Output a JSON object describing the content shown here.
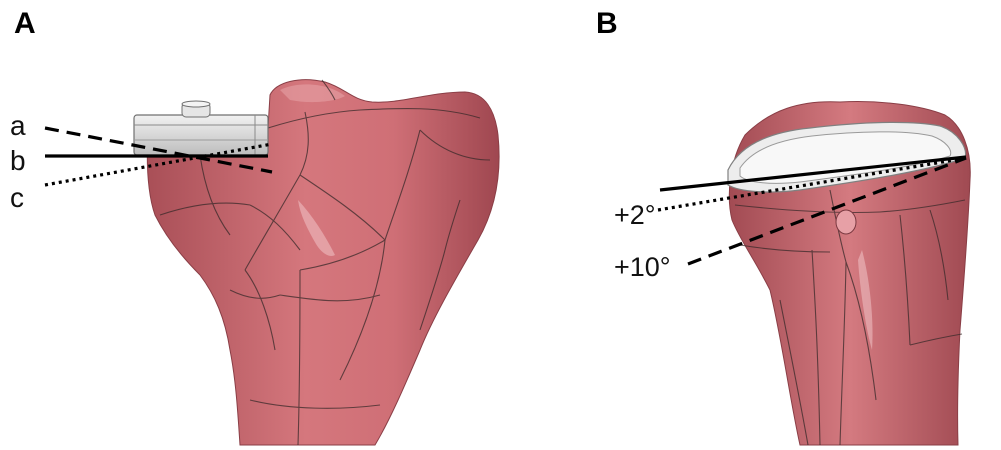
{
  "panels": [
    {
      "label": "A",
      "lines": [
        {
          "label": "a",
          "style": "dashed"
        },
        {
          "label": "b",
          "style": "solid"
        },
        {
          "label": "c",
          "style": "dotted"
        }
      ]
    },
    {
      "label": "B",
      "lines": [
        {
          "label": "",
          "style": "solid"
        },
        {
          "label": "+2°",
          "style": "dotted"
        },
        {
          "label": "+10°",
          "style": "dashed"
        }
      ]
    }
  ],
  "colors": {
    "bone": "#c9666b",
    "bone_highlight": "#e8aab0",
    "bone_shadow": "#9c4750",
    "implant": "#d9d9d9",
    "implant_edge": "#7a7a7a",
    "line": "#000000"
  }
}
